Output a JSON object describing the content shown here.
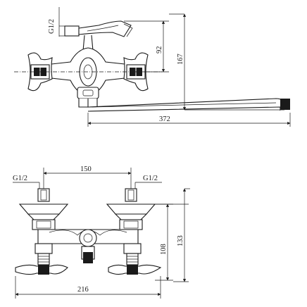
{
  "top_view": {
    "thread_label": "G1/2",
    "dim_height_inner": "92",
    "dim_height_outer": "167",
    "dim_spout_length": "372"
  },
  "front_view": {
    "thread_label_left": "G1/2",
    "thread_label_right": "G1/2",
    "dim_centers": "150",
    "dim_height_inner": "108",
    "dim_height_outer": "133",
    "dim_width": "216"
  }
}
